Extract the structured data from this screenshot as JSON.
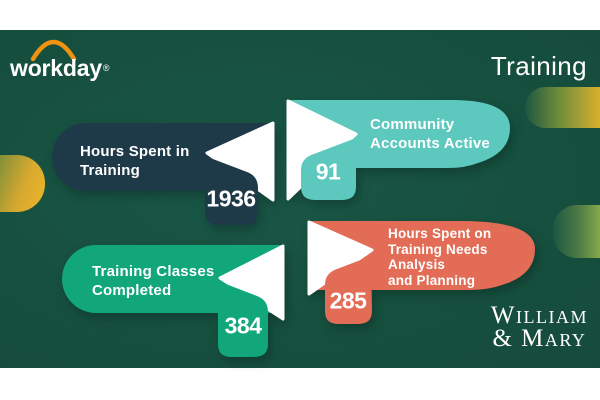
{
  "header": {
    "brand": "workday",
    "brand_mark": "®",
    "title": "Training"
  },
  "banners": [
    {
      "id": "hours-spent-in-training",
      "lines": [
        "Hours Spent in",
        "Training"
      ],
      "value": "1936",
      "color": "#1e3a49"
    },
    {
      "id": "community-accounts-active",
      "lines": [
        "Community",
        "Accounts Active"
      ],
      "value": "91",
      "color": "#5cc8be"
    },
    {
      "id": "training-classes-completed",
      "lines": [
        "Training Classes",
        "Completed"
      ],
      "value": "384",
      "color": "#11a77b"
    },
    {
      "id": "hours-training-needs",
      "lines": [
        "Hours Spent on",
        "Training Needs",
        "Analysis",
        "and Planning"
      ],
      "value": "285",
      "color": "#e26c55"
    }
  ],
  "footer": {
    "institution_line1": "William",
    "institution_line2": "& Mary"
  },
  "colors": {
    "background": "#17503f",
    "navy": "#1e3a49",
    "teal": "#5cc8be",
    "green": "#11a77b",
    "coral": "#e26c55",
    "gold": "#e9b42c",
    "workday_orange": "#f0930e",
    "text": "#ffffff"
  },
  "chart_data": {
    "type": "table",
    "title": "Training",
    "metrics": [
      {
        "label": "Hours Spent in Training",
        "value": 1936
      },
      {
        "label": "Community Accounts Active",
        "value": 91
      },
      {
        "label": "Training Classes Completed",
        "value": 384
      },
      {
        "label": "Hours Spent on Training Needs Analysis and Planning",
        "value": 285
      }
    ]
  }
}
